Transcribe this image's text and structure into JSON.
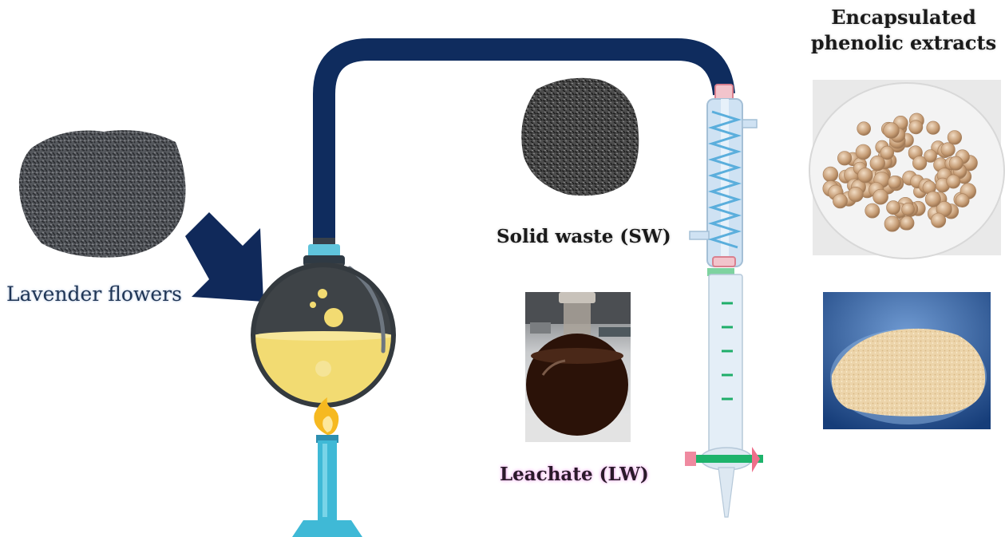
{
  "labels": {
    "lavender": "Lavender flowers",
    "solid_waste": "Solid waste (SW)",
    "leachate": "Leachate (LW)",
    "encapsulated_line1": "Encapsulated",
    "encapsulated_line2": "phenolic extracts"
  },
  "colors": {
    "tube": "#0f2c5e",
    "arrow": "#10295a",
    "flask_glass": "#3e4347",
    "flask_liquid": "#f2db72",
    "burner": "#3fb9d6",
    "flame": "#f6b920",
    "condenser_glass": "#cfe2f3",
    "coil": "#5aaedc",
    "burette_marks": "#1fae6a",
    "stopcock": "#1db36b",
    "stopcock_tip": "#ef6f8a",
    "lavender_pile": "#4a4d52",
    "leachate_liquid": "#2b1208",
    "beads": "#c9a07a",
    "powder": "#ecd2a8",
    "dish_blue": "#2a5a9c"
  },
  "icons": [
    "lavender-pile-image",
    "arrow-icon",
    "round-bottom-flask-icon",
    "burner-icon",
    "flame-icon",
    "connecting-tube",
    "condenser-icon",
    "burette-icon",
    "solid-waste-image",
    "leachate-flask-photo",
    "beads-photo",
    "powder-photo"
  ]
}
